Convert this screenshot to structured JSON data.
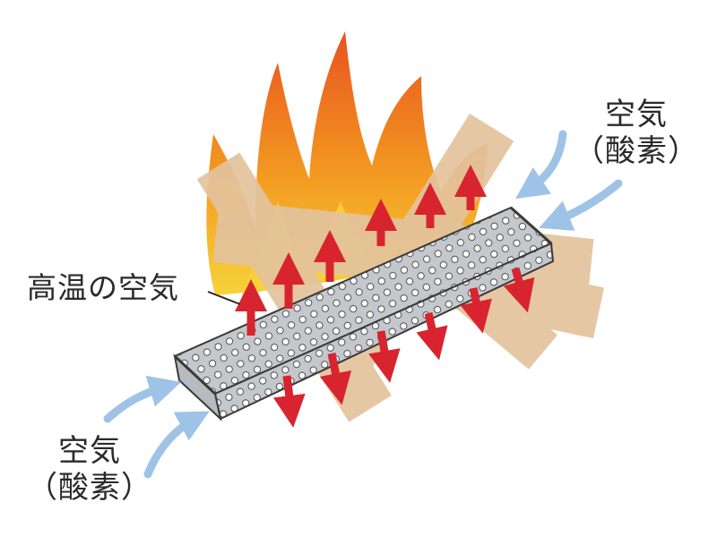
{
  "labels": {
    "hot_air": "高温の空気",
    "air_top_right": {
      "line1": "空気",
      "line2": "（酸素）"
    },
    "air_bottom_left": {
      "line1": "空気",
      "line2": "（酸素）"
    }
  },
  "colors": {
    "flame_outer": "#e8531f",
    "flame_mid": "#f39a21",
    "flame_inner": "#f7d23a",
    "wood": "#e3c39d",
    "stove": "#bfc2c6",
    "stove_outline": "#3a3a3a",
    "heat_arrow": "#d8242f",
    "air_arrow": "#9fc3e6"
  },
  "icons": {
    "heat_arrow": "up-arrow",
    "air_arrow": "curved-arrow"
  }
}
